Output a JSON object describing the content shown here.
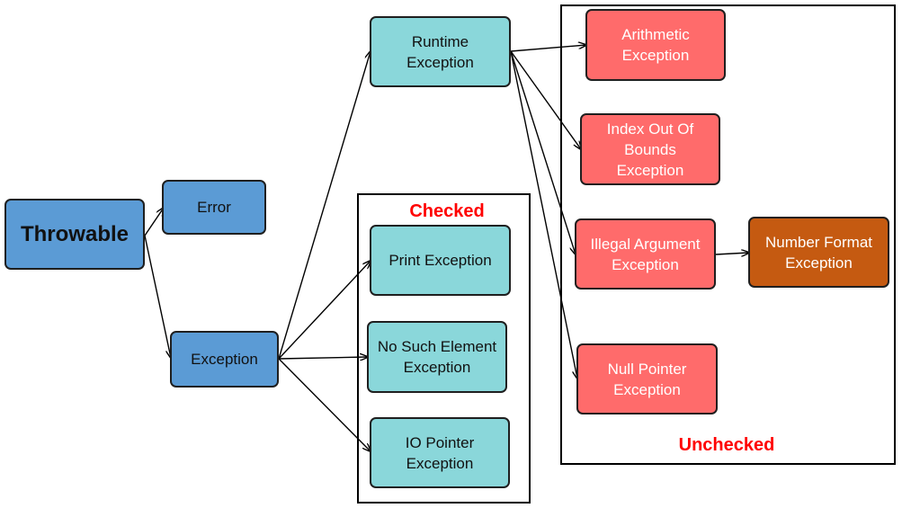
{
  "nodes": {
    "throwable": "Throwable",
    "error": "Error",
    "exception": "Exception",
    "runtime": "Runtime\nException",
    "print": "Print Exception",
    "no_such_element": "No Such Element\nException",
    "io_pointer": "IO Pointer\nException",
    "arithmetic": "Arithmetic\nException",
    "index_out_of_bounds": "Index Out Of\nBounds\nException",
    "illegal_argument": "Illegal Argument\nException",
    "number_format": "Number Format\nException",
    "null_pointer": "Null Pointer\nException"
  },
  "groups": {
    "checked": "Checked",
    "unchecked": "Unchecked"
  },
  "colors": {
    "blue": "#5b9bd5",
    "teal": "#8ad7da",
    "red": "#ff6b6b",
    "orange": "#c55a11",
    "group_label": "#ff0000"
  },
  "edges": [
    [
      "throwable",
      "error"
    ],
    [
      "throwable",
      "exception"
    ],
    [
      "exception",
      "runtime"
    ],
    [
      "exception",
      "print"
    ],
    [
      "exception",
      "no_such_element"
    ],
    [
      "exception",
      "io_pointer"
    ],
    [
      "runtime",
      "arithmetic"
    ],
    [
      "runtime",
      "index_out_of_bounds"
    ],
    [
      "runtime",
      "illegal_argument"
    ],
    [
      "runtime",
      "null_pointer"
    ],
    [
      "illegal_argument",
      "number_format"
    ]
  ]
}
